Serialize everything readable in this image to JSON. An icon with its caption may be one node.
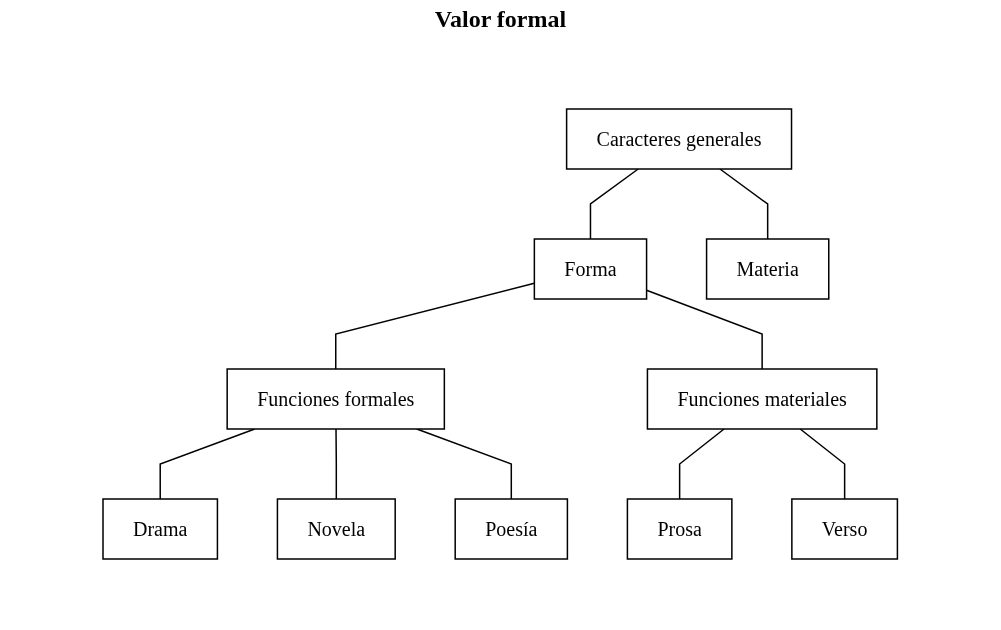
{
  "diagram": {
    "title": "Valor formal",
    "nodes": [
      {
        "text": [
          "Caracteres generales"
        ]
      },
      {
        "text": [
          "Forma"
        ]
      },
      {
        "text": [
          "Materia"
        ]
      },
      {
        "text": [
          "Funciones formales"
        ]
      },
      {
        "text": [
          "Funciones materiales"
        ]
      },
      {
        "text": [
          "Drama"
        ]
      },
      {
        "text": [
          "Novela"
        ]
      },
      {
        "text": [
          "Poesía"
        ]
      },
      {
        "text": [
          "Prosa"
        ]
      },
      {
        "text": [
          "Verso"
        ]
      }
    ],
    "edges": [
      {
        "from": 0,
        "to": 1,
        "arrow": "none"
      },
      {
        "from": 0,
        "to": 2,
        "arrow": "none"
      },
      {
        "from": 1,
        "to": 3,
        "arrow": "none"
      },
      {
        "from": 1,
        "to": 4,
        "arrow": "none"
      },
      {
        "from": 3,
        "to": 5,
        "arrow": "none"
      },
      {
        "from": 3,
        "to": 6,
        "arrow": "none"
      },
      {
        "from": 3,
        "to": 7,
        "arrow": "none"
      },
      {
        "from": 4,
        "to": 8,
        "arrow": "none"
      },
      {
        "from": 4,
        "to": 9,
        "arrow": "none"
      }
    ]
  }
}
